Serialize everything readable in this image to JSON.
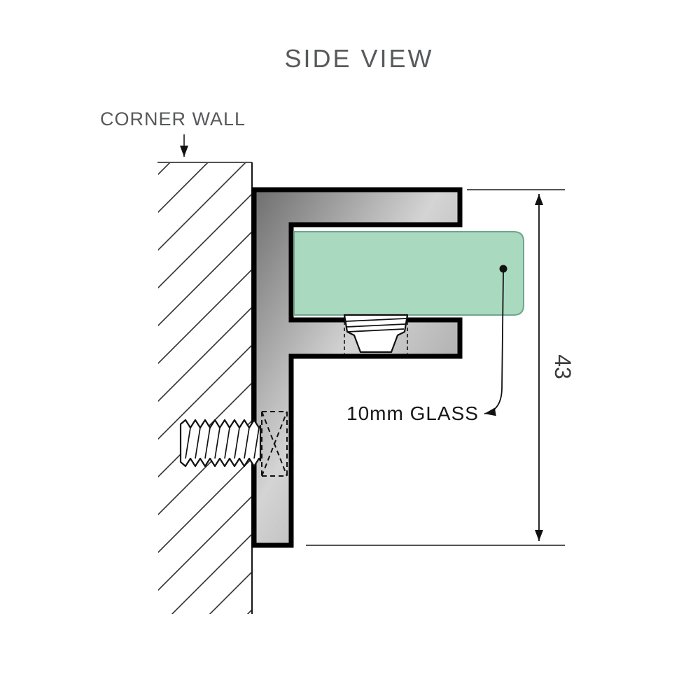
{
  "title": "SIDE VIEW",
  "labels": {
    "corner_wall": "CORNER WALL",
    "glass": "10mm GLASS",
    "dimension": "43"
  },
  "colors": {
    "glass_fill": "#a9d9bf",
    "bracket_dark": "#6e6e6e",
    "bracket_light": "#d4d4d4",
    "bracket_mid": "#929292"
  }
}
